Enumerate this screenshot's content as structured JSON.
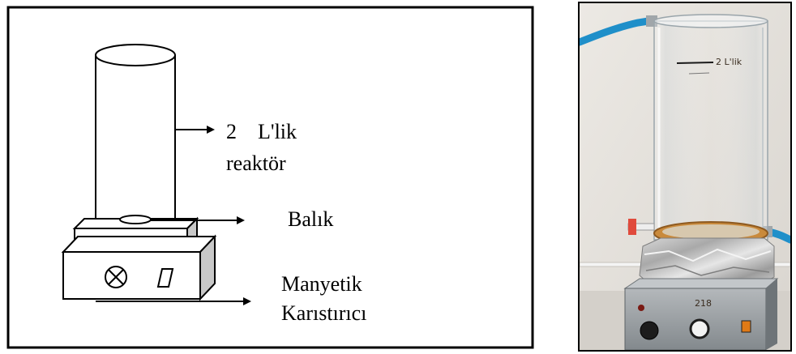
{
  "diagram": {
    "labels": {
      "reactor_line1": "2    L'lik",
      "reactor_line2": "reaktör",
      "fish": "Balık",
      "stirrer_line1": "Manyetik",
      "stirrer_line2": "Karıstırıcı"
    }
  },
  "photo": {
    "stirrer_label": "218",
    "reactor_mark": "2 L'lik"
  },
  "colors": {
    "stroke": "#000000",
    "background": "#ffffff",
    "wall": "#e9e6e2",
    "hose": "#1f8fc9",
    "sediment": "#c98a3c",
    "stirrer_body": "#9aa0a4"
  }
}
